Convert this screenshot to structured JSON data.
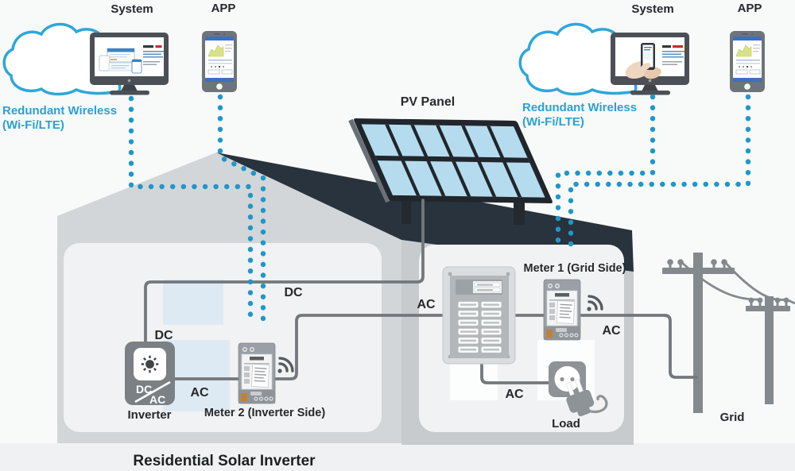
{
  "labels": {
    "title": "Residential Solar Inverter",
    "pv_panel": "PV Panel",
    "inverter": "Inverter",
    "inverter_dc": "DC",
    "inverter_ac": "AC",
    "meter2": "Meter 2 (Inverter Side)",
    "meter1": "Meter 1 (Grid Side)",
    "load": "Load",
    "grid": "Grid",
    "dc": "DC",
    "ac": "AC"
  },
  "wireless": {
    "left": {
      "system": "System",
      "app": "APP",
      "line1": "Redundant Wireless",
      "line2": "(Wi-Fi/LTE)"
    },
    "right": {
      "system": "System",
      "app": "APP",
      "line1": "Redundant Wireless",
      "line2": "(Wi-Fi/LTE)"
    }
  },
  "colors": {
    "accent_blue": "#1f97c9",
    "text_blue": "#2aa1d3",
    "wire_gray": "#73787c",
    "roof_dark": "#28333d",
    "cloud_stroke": "#2da7d9"
  }
}
